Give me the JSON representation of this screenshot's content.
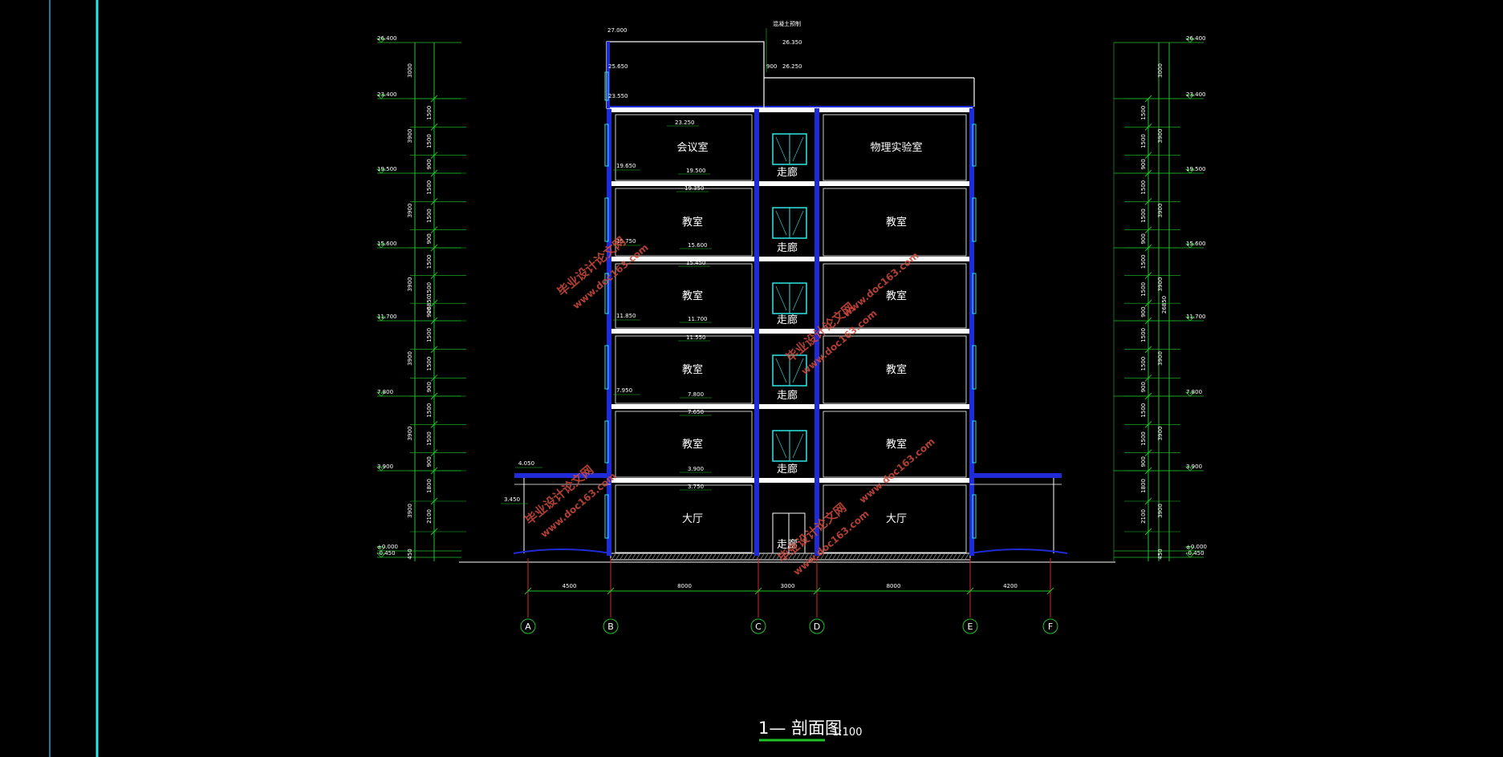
{
  "drawing": {
    "title": "1— 剖面图",
    "scale": "1:100",
    "colors": {
      "background": "#000000",
      "wall": "#1f2bd6",
      "slab": "#ffffff",
      "dimension": "#22c22a",
      "axis": "#d42a2a",
      "window": "#2ee6e6",
      "text": "#ffffff",
      "watermark": "#d24a3c"
    }
  },
  "rooms": {
    "floor6": {
      "left": "会议室",
      "mid": "走廊",
      "right": "物理实验室"
    },
    "floor5": {
      "left": "教室",
      "mid": "走廊",
      "right": "教室"
    },
    "floor4": {
      "left": "教室",
      "mid": "走廊",
      "right": "教室"
    },
    "floor3": {
      "left": "教室",
      "mid": "走廊",
      "right": "教室"
    },
    "floor2": {
      "left": "教室",
      "mid": "走廊",
      "right": "教室"
    },
    "floor1": {
      "left": "大厅",
      "mid": "走廊",
      "right": "大厅"
    }
  },
  "elevations_left": [
    "26.400",
    "23.400",
    "19.500",
    "15.600",
    "11.700",
    "7.800",
    "3.900",
    "±0.000",
    "-0.450"
  ],
  "elevations_right": [
    "26.400",
    "23.400",
    "19.500",
    "15.600",
    "11.700",
    "7.800",
    "3.900",
    "±0.000",
    "-0.450"
  ],
  "elevations_inner": [
    "23.250",
    "19.500",
    "19.350",
    "15.600",
    "15.450",
    "11.700",
    "11.550",
    "7.800",
    "7.650",
    "3.900",
    "3.750"
  ],
  "elevations_top": [
    "27.000",
    "25.650",
    "23.550",
    "26.350",
    "26.250",
    "900"
  ],
  "elevations_side": [
    "4.050",
    "3.450",
    "19.650",
    "15.750",
    "11.850",
    "7.950"
  ],
  "roof_note": "混凝土预制",
  "dims_left_outer": [
    "3000",
    "3900",
    "3900",
    "3900",
    "3900",
    "3900",
    "3900",
    "450"
  ],
  "dims_left_inner": [
    "1500",
    "1500",
    "900",
    "1500",
    "1500",
    "900",
    "1500",
    "1500",
    "900",
    "1500",
    "1500",
    "900",
    "1500",
    "1500",
    "900",
    "1800",
    "2100"
  ],
  "dims_total": "26850",
  "dims_bottom": [
    "4500",
    "8000",
    "3000",
    "8000",
    "4200"
  ],
  "axes": [
    "A",
    "B",
    "C",
    "D",
    "E",
    "F"
  ],
  "watermark": {
    "name": "毕业设计论文网",
    "url": "www.doc163.com"
  }
}
